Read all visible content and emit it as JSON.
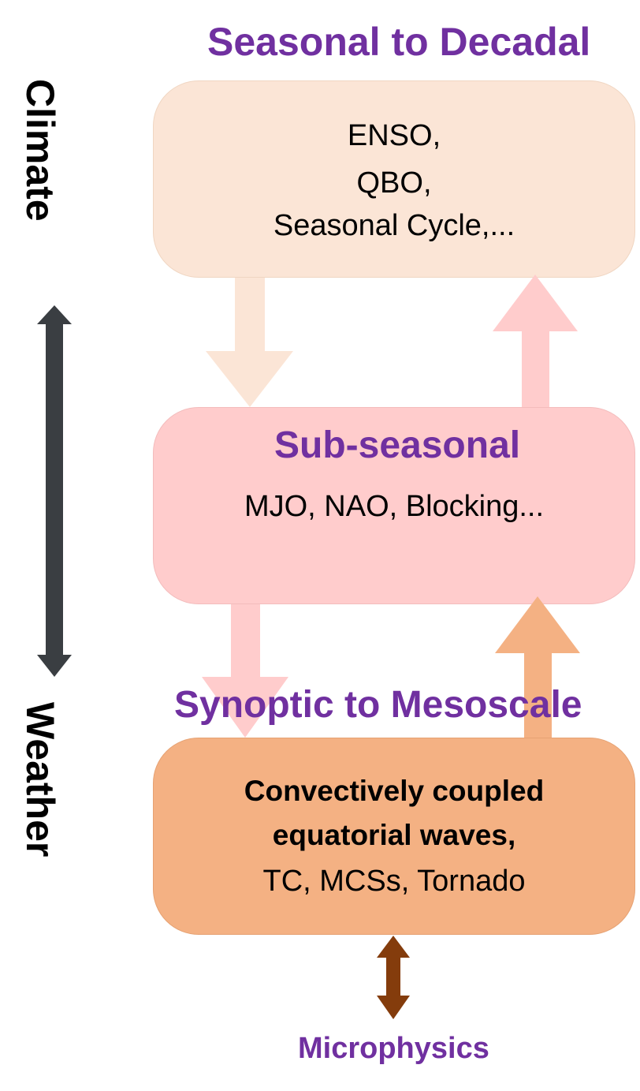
{
  "headings": {
    "top": "Seasonal to Decadal",
    "middle": "Sub-seasonal",
    "bottom": "Synoptic to Mesoscale",
    "footer": "Microphysics"
  },
  "axis_labels": {
    "climate": "Climate",
    "weather": "Weather"
  },
  "boxes": {
    "climate": {
      "lines": [
        "ENSO,",
        "QBO,",
        "Seasonal Cycle,..."
      ]
    },
    "subseasonal": {
      "lines": [
        "MJO, NAO, Blocking..."
      ]
    },
    "synoptic": {
      "bold_lines": [
        "Convectively coupled",
        "equatorial waves,"
      ],
      "lines": [
        "TC, MCSs, Tornado"
      ]
    }
  },
  "colors": {
    "heading": "#7030a0",
    "climate_box": "#fbe5d6",
    "subseasonal_box": "#ffcccc",
    "synoptic_box": "#f4b183",
    "scale_arrow": "#3a3e42",
    "micro_arrow": "#843c0c"
  }
}
